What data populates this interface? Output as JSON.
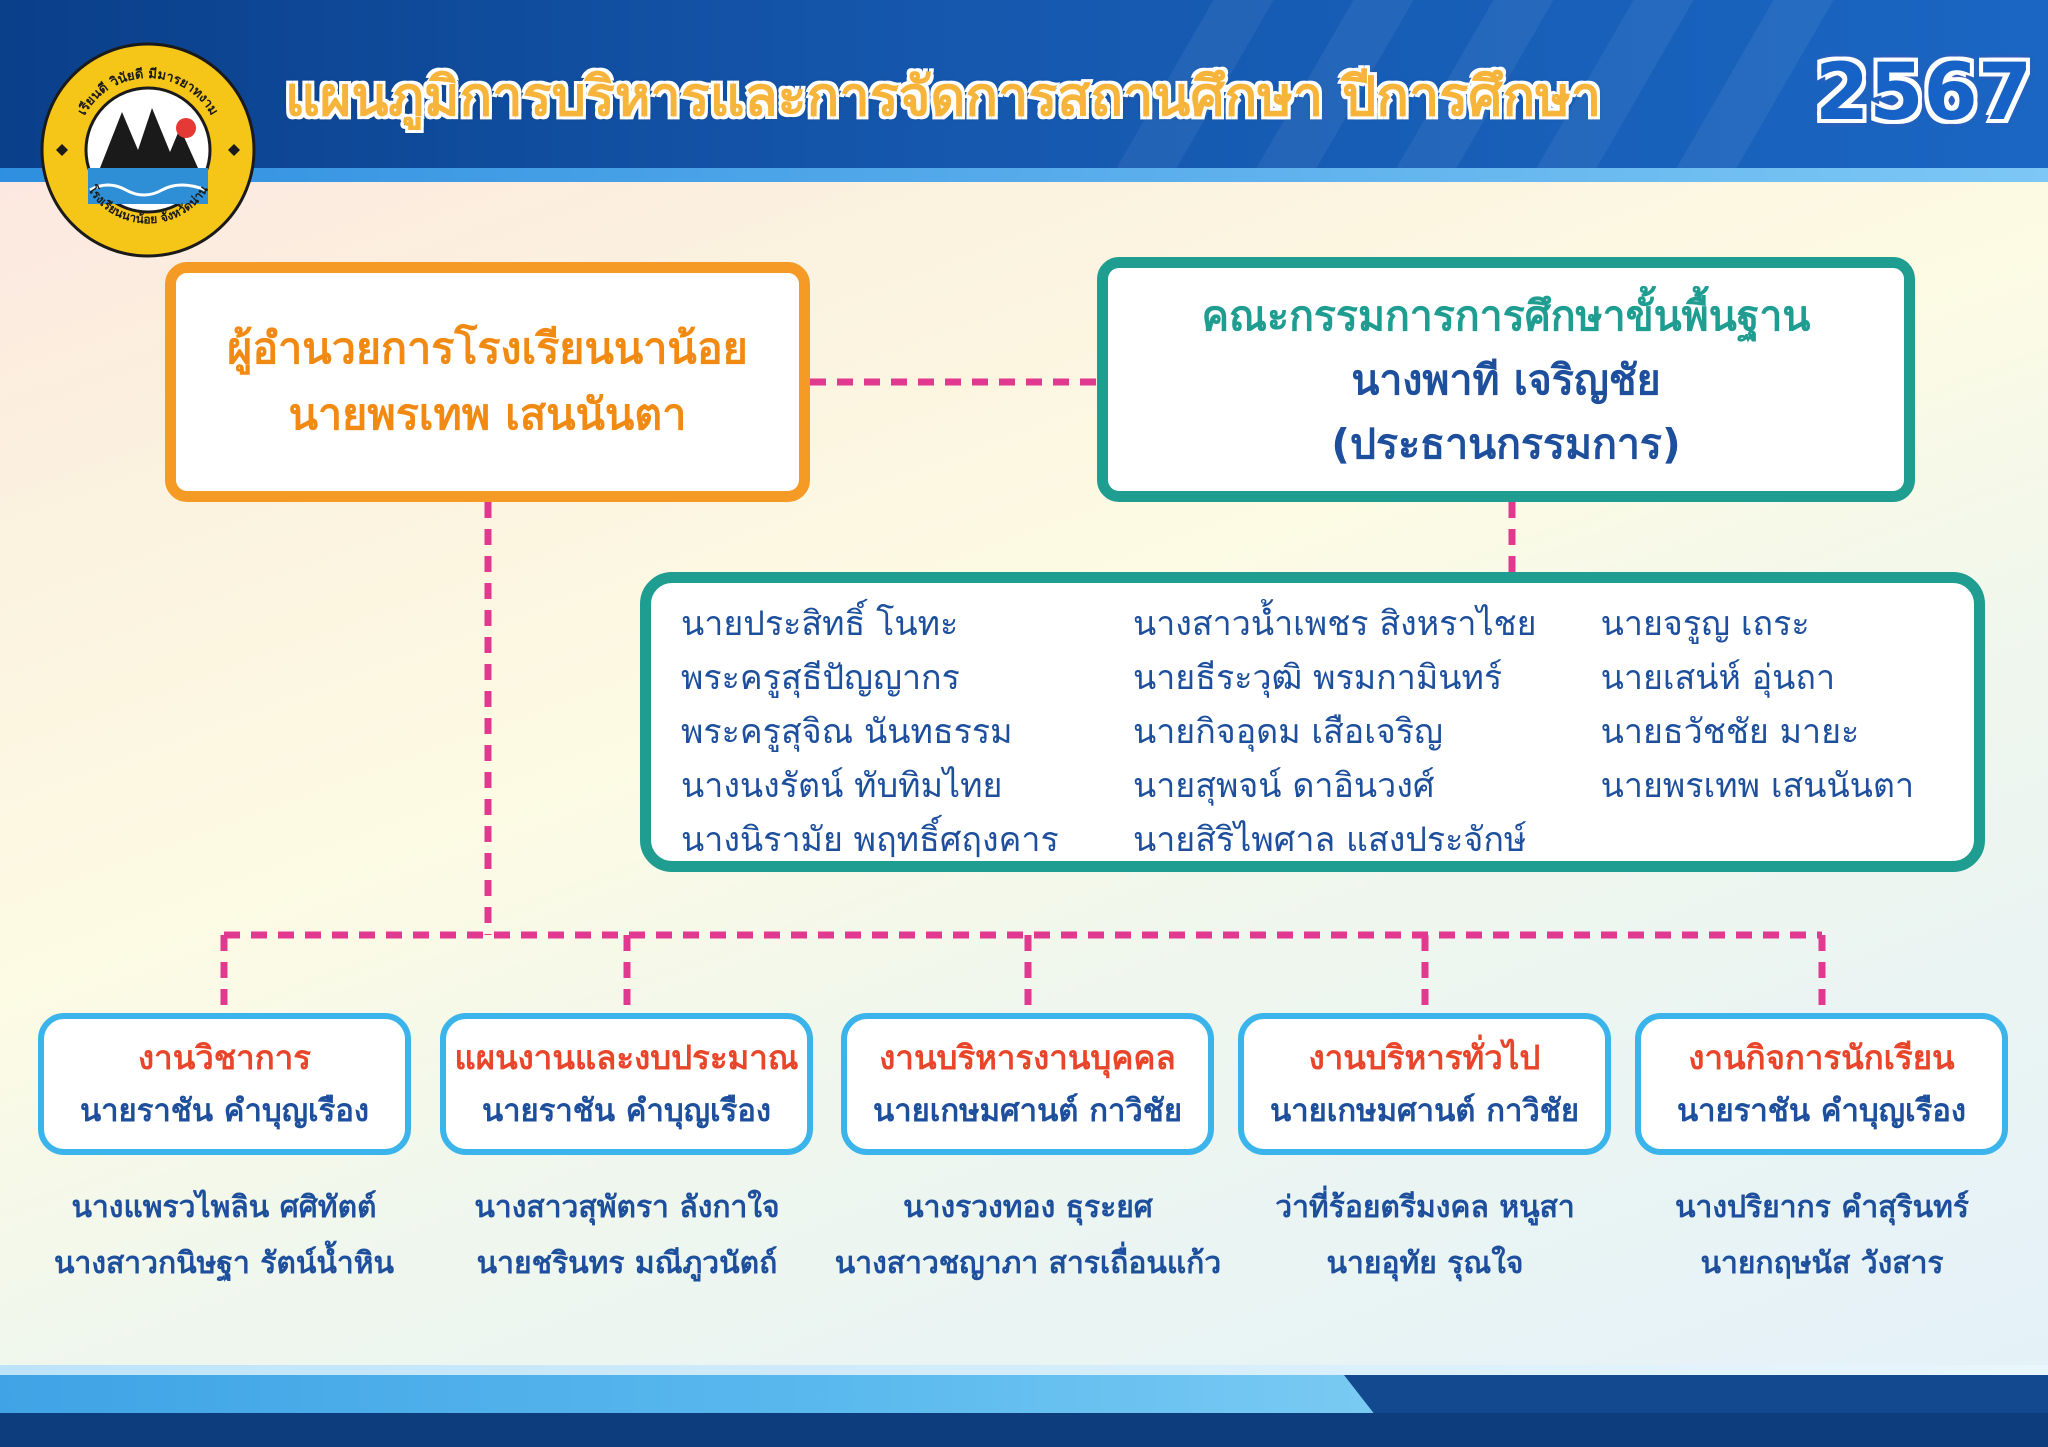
{
  "header": {
    "title": "แผนภูมิการบริหารและการจัดการสถานศึกษา ปีการศึกษา",
    "year": "2567",
    "logo": {
      "motto": "เรียนดี วินัยดี มีมารยาทงาม",
      "school": "โรงเรียนนาน้อย จังหวัดน่าน"
    }
  },
  "director": {
    "line1": "ผู้อำนวยการโรงเรียนนาน้อย",
    "line2": "นายพรเทพ เสนนันตา"
  },
  "board": {
    "line1": "คณะกรรมการการศึกษาขั้นพื้นฐาน",
    "line2": "นางพาที เจริญชัย",
    "line3": "(ประธานกรรมการ)"
  },
  "members": {
    "col1": [
      "นายประสิทธิ์ โนทะ",
      "พระครูสุธีปัญญากร",
      "พระครูสุจิณ นันทธรรม",
      "นางนงรัตน์ ทับทิมไทย",
      "นางนิรามัย พฤทธิ์ศฤงคาร"
    ],
    "col2": [
      "นางสาวน้ำเพชร สิงหราไชย",
      "นายธีระวุฒิ พรมกามินทร์",
      "นายกิจอุดม เสือเจริญ",
      "นายสุพจน์ ดาอินวงศ์",
      "นายสิริไพศาล แสงประจักษ์"
    ],
    "col3": [
      "นายจรูญ เถระ",
      "นายเสน่ห์ อุ่นถา",
      "นายธวัชชัย มายะ",
      "นายพรเทพ เสนนันตา"
    ]
  },
  "departments": [
    {
      "name": "งานวิชาการ",
      "head": "นายราชัน คำบุญเรือง",
      "staff": [
        "นางแพรวไพลิน ศศิทัตต์",
        "นางสาวกนิษฐา รัตน์น้ำหิน"
      ]
    },
    {
      "name": "แผนงานและงบประมาณ",
      "head": "นายราชัน คำบุญเรือง",
      "staff": [
        "นางสาวสุพัตรา ลังกาใจ",
        "นายชรินทร มณีภูวนัตถ์"
      ]
    },
    {
      "name": "งานบริหารงานบุคคล",
      "head": "นายเกษมศานต์ กาวิชัย",
      "staff": [
        "นางรวงทอง ธุระยศ",
        "นางสาวชญาภา สารเถื่อนแก้ว"
      ]
    },
    {
      "name": "งานบริหารทั่วไป",
      "head": "นายเกษมศานต์ กาวิชัย",
      "staff": [
        "ว่าที่ร้อยตรีมงคล หนูสา",
        "นายอุทัย รุณใจ"
      ]
    },
    {
      "name": "งานกิจการนักเรียน",
      "head": "นายราชัน คำบุญเรือง",
      "staff": [
        "นางปริยากร คำสุรินทร์",
        "นายกฤษนัส วังสาร"
      ]
    }
  ],
  "colors": {
    "banner": "#1557ad",
    "title": "#f7b43a",
    "director_border": "#f59a25",
    "board_border": "#1e9d90",
    "dept_border": "#3ab4ea",
    "connector": "#e0398f",
    "name_text": "#1d4f9c",
    "dept_title": "#e8452a"
  }
}
